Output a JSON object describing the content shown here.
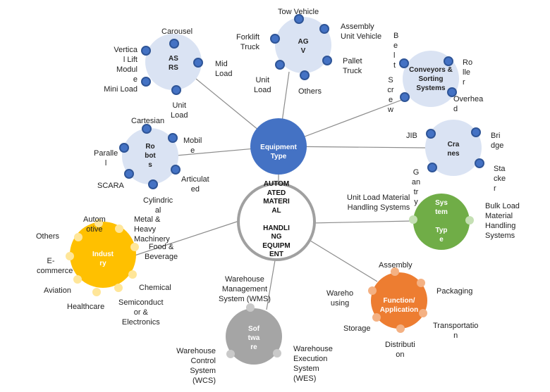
{
  "root": {
    "title": "AUTOM\nATED\nMATERI\nAL\n\nHANDLI\nNG\nEQUIPM\nENT"
  },
  "equipment": {
    "title": "Equipment\nType",
    "color": "#4472C4"
  },
  "colors": {
    "light_hub": "#DAE3F3",
    "blue_dot": "#2F5597",
    "dot_fill": "#4472C4",
    "green": "#70AD47",
    "green_dot": "#C5E0B4",
    "yellow": "#FFC000",
    "yellow_dot": "#FFE699",
    "orange": "#ED7D31",
    "orange_dot": "#F4B183",
    "gray": "#A5A5A5",
    "gray_dot": "#C9C9C9",
    "connector": "#8c8c8c",
    "root_ring": "#a0a0a0"
  },
  "asrs": {
    "title": "AS\nRS",
    "items": [
      "Carousel",
      "Mid\nLoad",
      "Unit\nLoad",
      "Vertica\nl Lift\nModul\ne\nMini Load"
    ]
  },
  "agv": {
    "title": "AG\nV",
    "items": [
      "Tow Vehicle",
      "Assembly\nUnit Vehicle",
      "Pallet\nTruck",
      "Others",
      "Unit\nLoad",
      "Forklift\nTruck"
    ]
  },
  "conveyors": {
    "title": "Conveyors &\nSorting\nSystems",
    "items": [
      "B\ne\nl\nt",
      "Ro\nlle\nr",
      "Overhea\nd",
      "S\ncr\ne\nw"
    ]
  },
  "robots": {
    "title": "Ro\nbot\ns",
    "items": [
      "Cartesian",
      "Mobil\ne",
      "Articulat\ned",
      "Cylindric\nal",
      "SCARA",
      "Paralle\nl"
    ]
  },
  "cranes": {
    "title": "Cra\nnes",
    "items": [
      "JIB",
      "Bri\ndge",
      "Sta\ncke\nr",
      "G\nan\ntr\ny"
    ]
  },
  "system_type": {
    "title": "Sys\ntem\n\nTyp\ne",
    "items": [
      "Unit Load Material\nHandling Systems",
      "Bulk Load\nMaterial\nHandling\nSystems"
    ]
  },
  "industry": {
    "title": "Indust\nry",
    "items": [
      "Autom\notive",
      "Metal &\nHeavy\nMachinery",
      "Food &\nBeverage",
      "Chemical",
      "Semiconduct\nor &\nElectronics",
      "Healthcare",
      "Aviation",
      "E-\ncommerce",
      "Others"
    ]
  },
  "function": {
    "title": "Function/\nApplication",
    "items": [
      "Assembly",
      "Packaging",
      "Transportatio\nn",
      "Distributi\non",
      "Storage",
      "Wareho\nusing"
    ]
  },
  "software": {
    "title": "Sof\ntwa\nre",
    "items": [
      "Warehouse\nManagement\nSystem (WMS)",
      "Warehouse\nExecution\nSystem\n(WES)",
      "Warehouse\nControl\nSystem\n(WCS)"
    ]
  }
}
